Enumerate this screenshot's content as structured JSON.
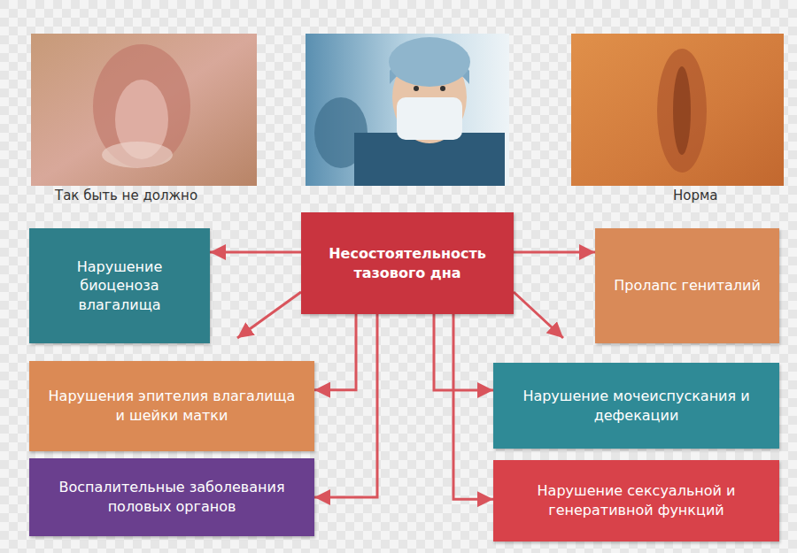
{
  "diagram": {
    "nodes": [
      {
        "text": [
          "Нарушение биоценоза влагалища"
        ]
      },
      {
        "text": [
          "Несостоятельность тазового дна"
        ]
      },
      {
        "text": [
          "Пролапс гениталий"
        ]
      },
      {
        "text": [
          "Нарушения эпителия влагалища и шейки матки"
        ]
      },
      {
        "text": [
          "Нарушение мочеиспускания и дефекации"
        ]
      },
      {
        "text": [
          "Воспалительные заболевания половых органов"
        ]
      },
      {
        "text": [
          "Нарушение сексуальной и генеративной функций"
        ]
      }
    ],
    "edges": [
      {
        "from": 1,
        "to": 0,
        "arrow": "to"
      },
      {
        "from": 1,
        "to": 2,
        "arrow": "to"
      },
      {
        "from": 1,
        "to": 3,
        "arrow": "to"
      },
      {
        "from": 1,
        "to": 4,
        "arrow": "to"
      },
      {
        "from": 1,
        "to": 5,
        "arrow": "to"
      },
      {
        "from": 1,
        "to": 6,
        "arrow": "to"
      }
    ],
    "labels": [
      "Так быть не должно",
      "Норма"
    ]
  }
}
